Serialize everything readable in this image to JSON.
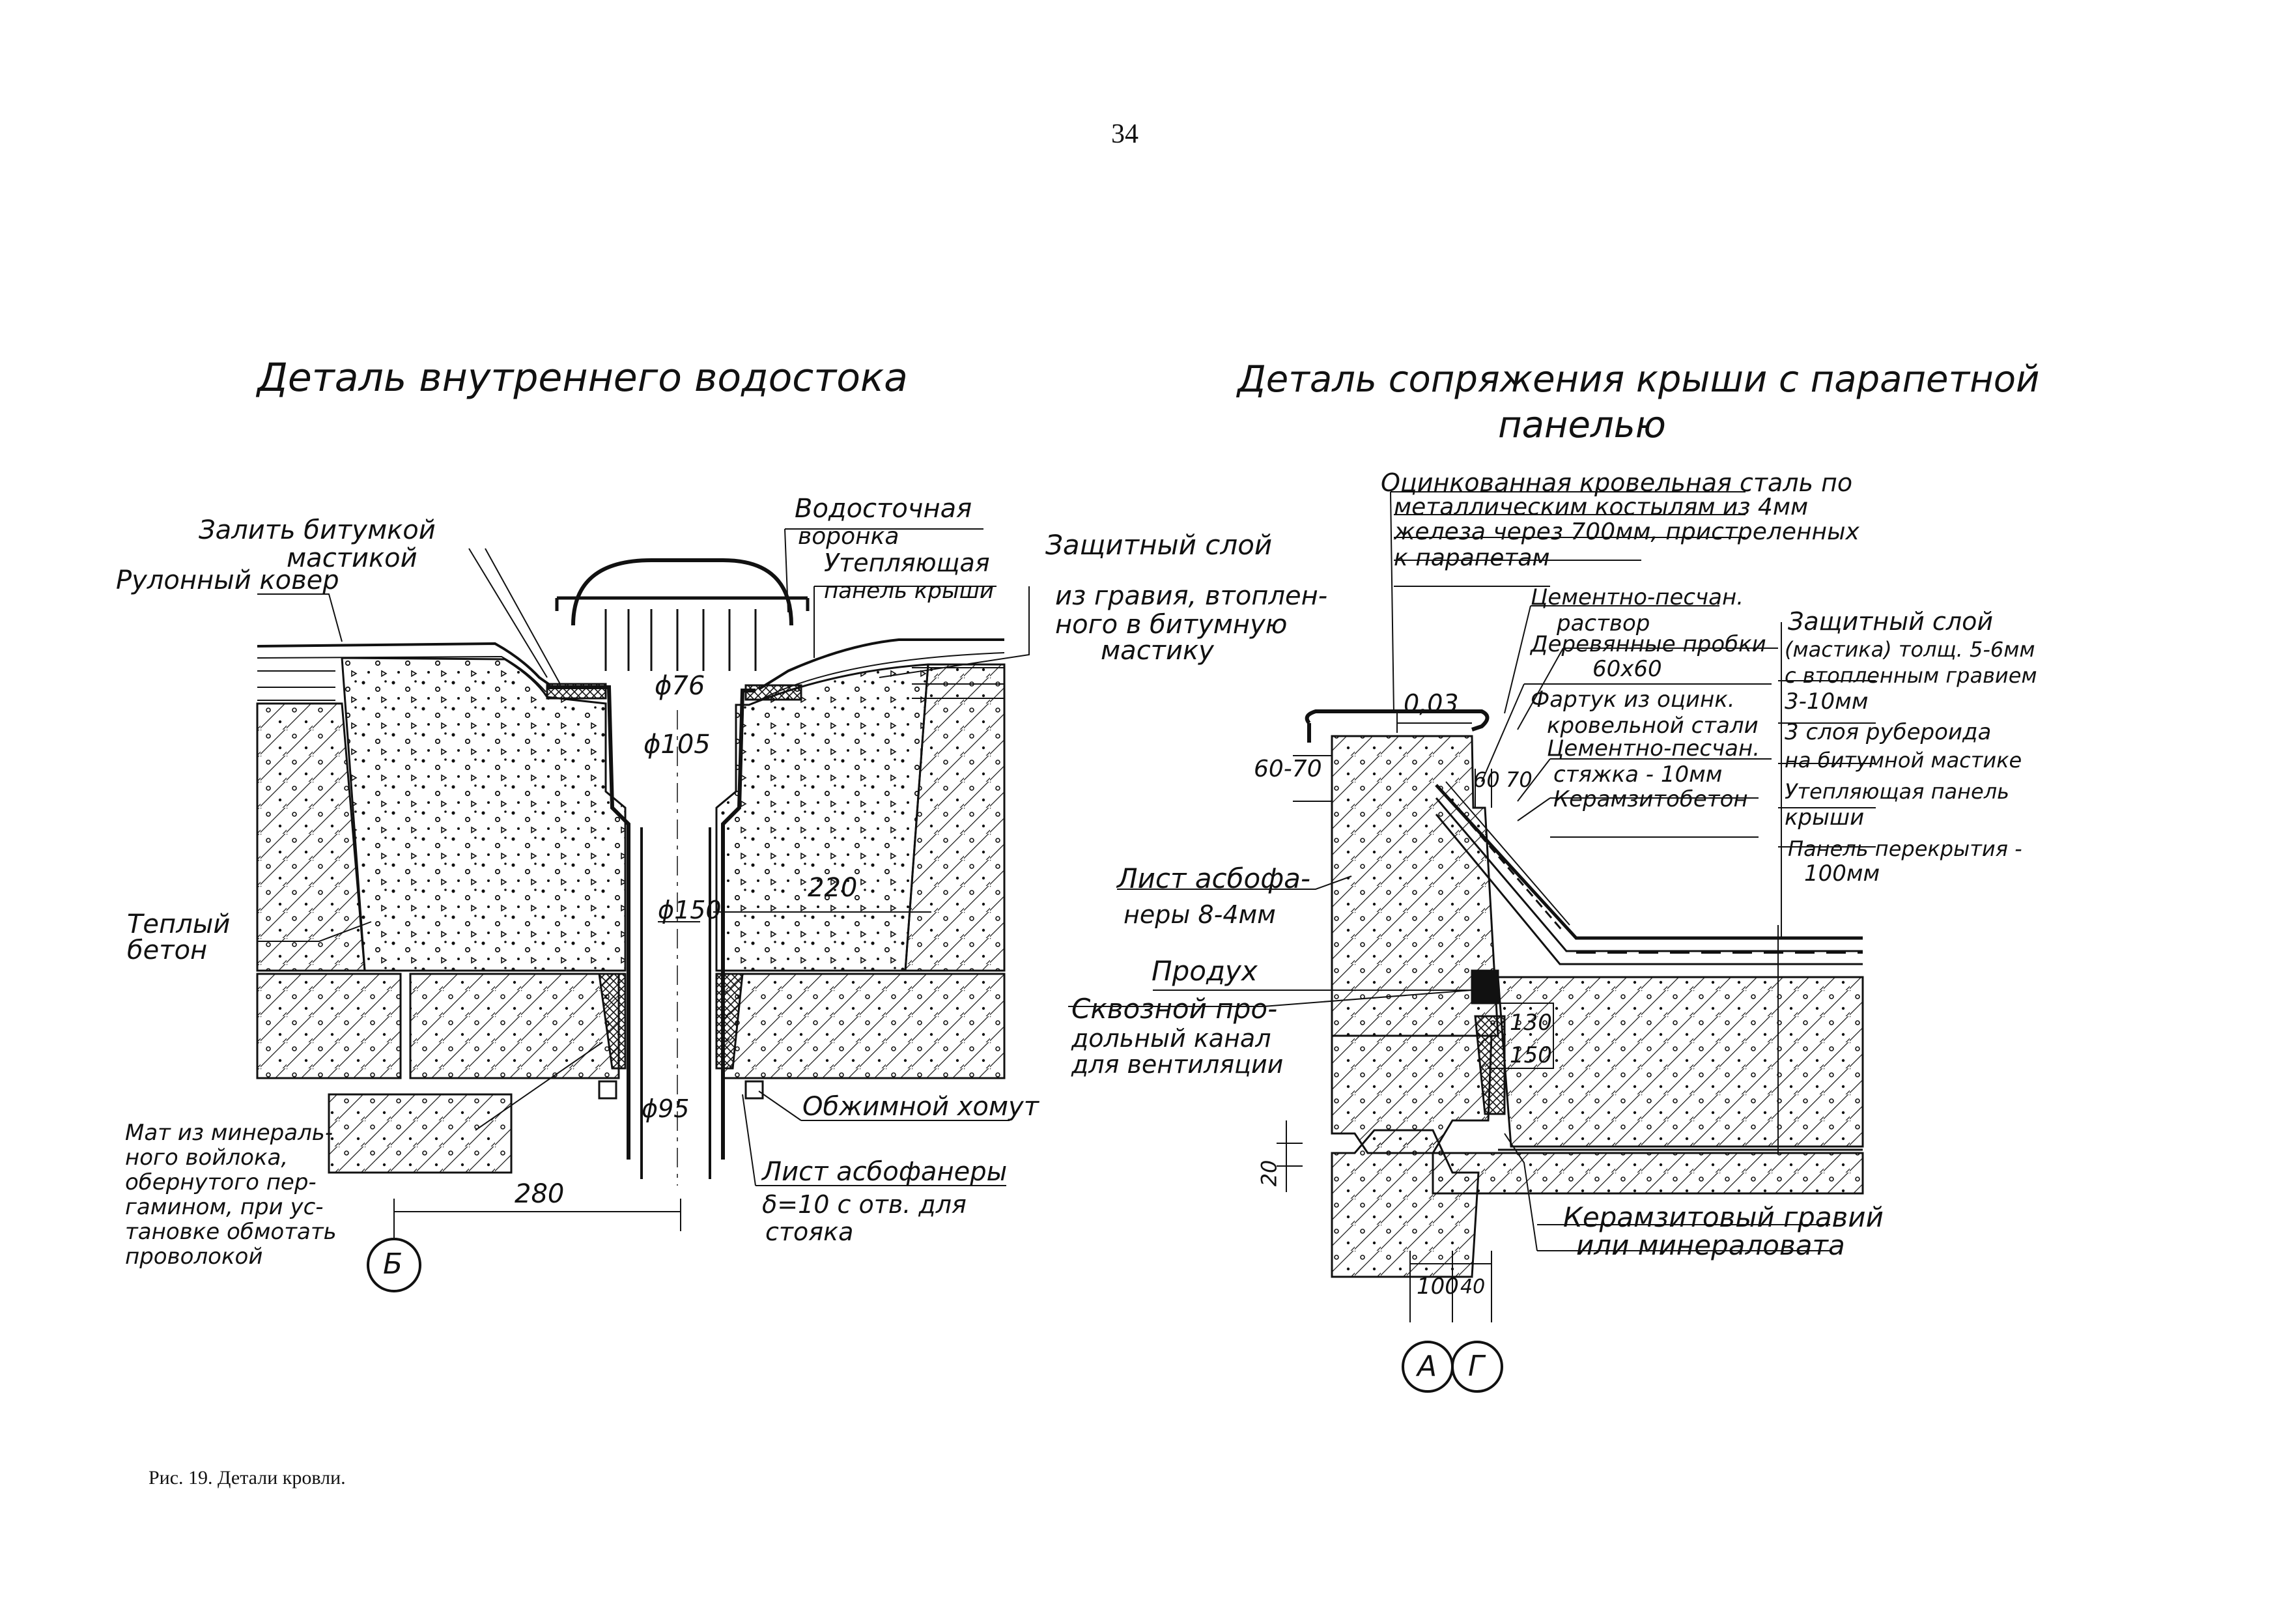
{
  "page": {
    "number": "34",
    "caption": "Рис. 19. Детали кровли."
  },
  "left_detail": {
    "title": "Деталь внутреннего водостока",
    "labels": {
      "zalit_1": "Залить битумкой",
      "zalit_2": "мастикой",
      "rulon": "Рулонный ковер",
      "voronka_1": "Водосточная",
      "voronka_2": "воронка",
      "uteplyayushchaya_1": "Утепляющая",
      "uteplyayushchaya_2": "панель крыши",
      "zashchitny_1": "Защитный слой",
      "zashchitny_2": "из гравия, втоплен-",
      "zashchitny_3": "ного в битумную",
      "zashchitny_4": "мастику",
      "teply_1": "Теплый",
      "teply_2": "бетон",
      "mat_1": "Мат из минераль-",
      "mat_2": "ного войлока,",
      "mat_3": "обернутого пер-",
      "mat_4": "гамином, при ус-",
      "mat_5": "тановке обмотать",
      "mat_6": "проволокой",
      "komut": "Обжимной хомут",
      "list_1": "Лист асбофанеры",
      "list_2": "δ=10 с отв. для",
      "list_3": "стояка"
    },
    "dimensions": {
      "d76": "ϕ76",
      "d105": "ϕ105",
      "d150": "ϕ150",
      "d95": "ϕ95",
      "w220": "220",
      "w280": "280"
    },
    "axis": "Б"
  },
  "right_detail": {
    "title_1": "Деталь сопряжения крыши с парапетной",
    "title_2": "панелью",
    "labels": {
      "ocink_1": "Оцинкованная кровельная сталь по",
      "ocink_2": "металлическим костылям из 4мм",
      "ocink_3": "железа через 700мм, пристреленных",
      "ocink_4": "к парапетам",
      "cem_1": "Цементно-песчан.",
      "cem_2": "раствор",
      "probki_1": "Деревянные пробки",
      "probki_2": "60х60",
      "fartuk_1": "Фартук из оцинк.",
      "fartuk_2": "кровельной стали",
      "styazhka_1": "Цементно-песчан.",
      "styazhka_2": "стяжка - 10мм",
      "keramzitobeton": "Керамзитобетон",
      "zash_1": "Защитный слой",
      "zash_2": "(мастика) толщ. 5-6мм",
      "zash_3": "с втопленным гравием",
      "zash_4": "3-10мм",
      "ruberoid_1": "3 слоя рубероида",
      "ruberoid_2": "на битумной мастике",
      "panel_1": "Утепляющая панель",
      "panel_2": "крыши",
      "perekr_1": "Панель перекрытия -",
      "perekr_2": "100мм",
      "asbo_1": "Лист асбофа-",
      "asbo_2": "неры 8-4мм",
      "produh": "Продух",
      "kanal_1": "Сквозной про-",
      "kanal_2": "дольный канал",
      "kanal_3": "для вентиляции",
      "gravij_1": "Керамзитовый гравий",
      "gravij_2": "или минераловата"
    },
    "dimensions": {
      "d003": "0,03",
      "d6070": "60-70",
      "d60": "60",
      "d70": "70",
      "d130": "130",
      "d150": "150",
      "d20": "20",
      "d100": "100",
      "d40": "40"
    },
    "axes": [
      "А",
      "Г"
    ]
  },
  "colors": {
    "ink": "#111111",
    "paper": "#ffffff"
  }
}
